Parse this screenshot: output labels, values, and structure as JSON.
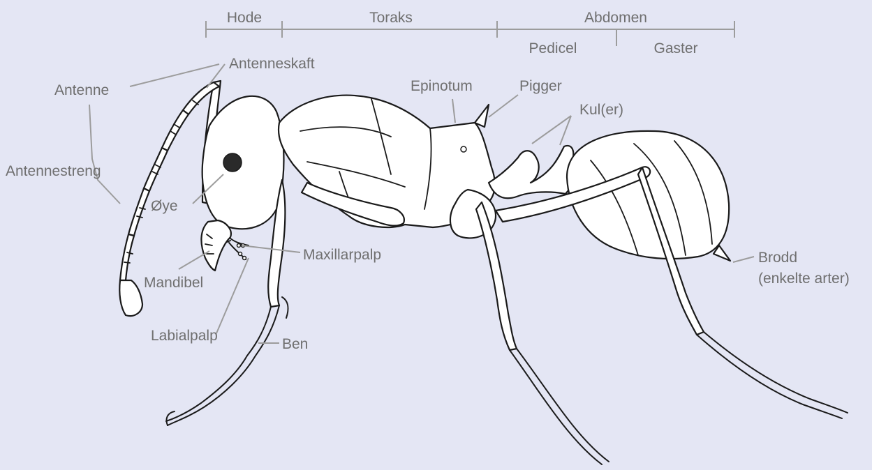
{
  "diagram": {
    "segments": {
      "head": "Hode",
      "thorax": "Toraks",
      "abdomen": "Abdomen",
      "pedicel": "Pedicel",
      "gaster": "Gaster"
    },
    "labels": {
      "antenna": "Antenne",
      "scape": "Antenneskaft",
      "funiculus": "Antennestreng",
      "eye": "Øye",
      "mandible": "Mandibel",
      "labial_palp": "Labialpalp",
      "maxillary_palp": "Maxillarpalp",
      "leg": "Ben",
      "epinotum": "Epinotum",
      "spines": "Pigger",
      "nodes": "Kul(er)",
      "sting": "Brodd",
      "sting_note": "(enkelte arter)"
    },
    "colors": {
      "background": "#e4e6f4",
      "label_text": "#6f6f6f",
      "leader_lines": "#9c9c9c",
      "outline": "#1a1a1a",
      "body_fill": "#ffffff"
    }
  }
}
